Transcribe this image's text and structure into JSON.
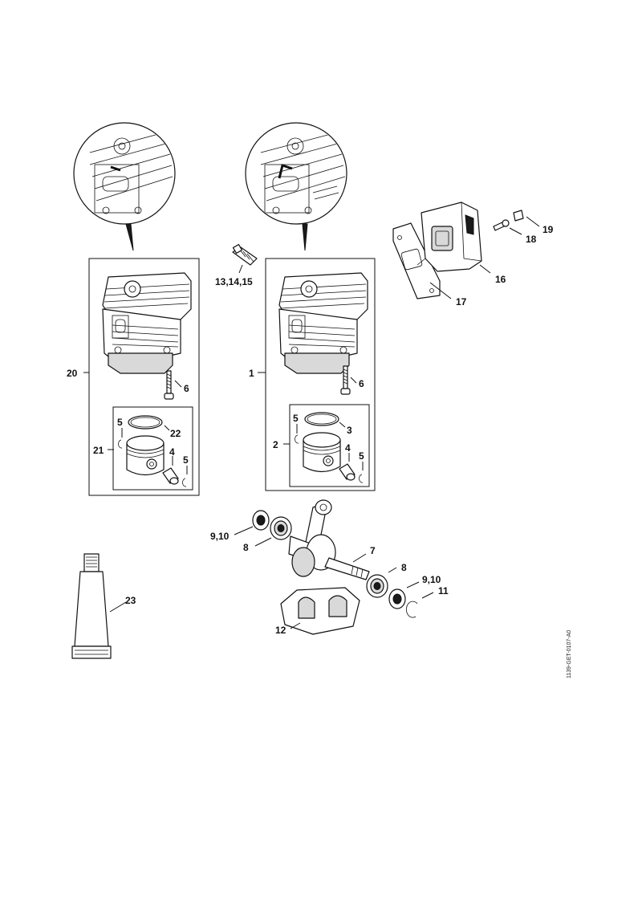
{
  "labels": {
    "l1": "1",
    "l2": "2",
    "l3": "3",
    "l4a": "4",
    "l4b": "4",
    "l5a": "5",
    "l5b": "5",
    "l5c": "5",
    "l5d": "5",
    "l6a": "6",
    "l6b": "6",
    "l7": "7",
    "l8a": "8",
    "l8b": "8",
    "l910a": "9,10",
    "l910b": "9,10",
    "l11": "11",
    "l12": "12",
    "l131415": "13,14,15",
    "l16": "16",
    "l17": "17",
    "l18": "18",
    "l19": "19",
    "l20": "20",
    "l21": "21",
    "l22": "22",
    "l23": "23"
  },
  "drawing_code": "1139-GET-0107-A0",
  "colors": {
    "line": "#111111",
    "fill": "#ffffff",
    "shade": "#d9d9d9"
  }
}
